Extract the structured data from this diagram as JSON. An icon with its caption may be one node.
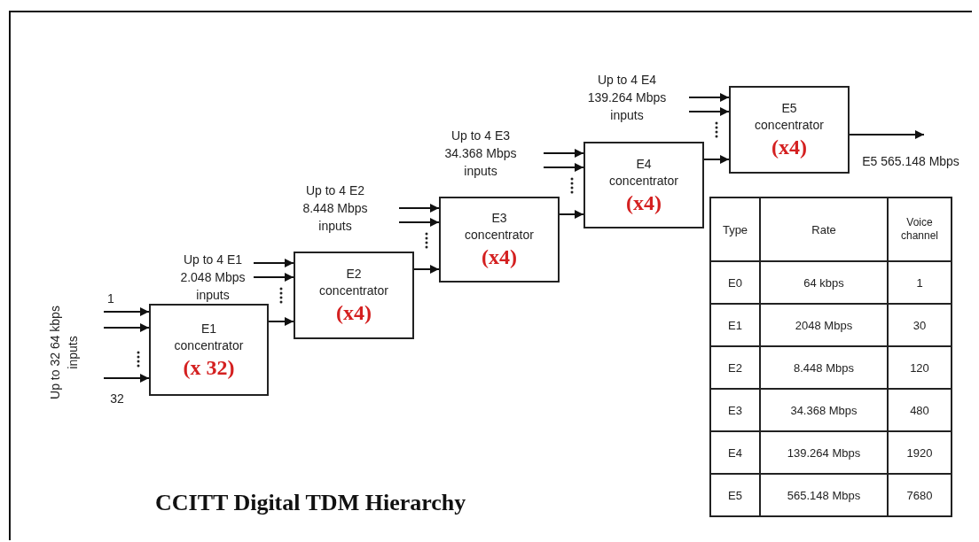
{
  "diagram": {
    "title": "CCITT Digital TDM Hierarchy",
    "nodes": [
      {
        "text": [
          "E1 concentrator",
          "(x 32)"
        ]
      },
      {
        "text": [
          "E2 concentrator",
          "(x4)"
        ]
      },
      {
        "text": [
          "E3 concentrator",
          "(x4)"
        ]
      },
      {
        "text": [
          "E4 concentrator",
          "(x4)"
        ]
      },
      {
        "text": [
          "E5 concentrator",
          "(x4)"
        ]
      }
    ],
    "edges": [
      {
        "from": null,
        "to": 0,
        "arrow": "to"
      },
      {
        "from": null,
        "to": 0,
        "arrow": "to"
      },
      {
        "from": null,
        "to": 0,
        "arrow": "to"
      },
      {
        "from": null,
        "to": 1,
        "arrow": "to"
      },
      {
        "from": null,
        "to": 1,
        "arrow": "to"
      },
      {
        "from": 0,
        "to": 1,
        "arrow": "to"
      },
      {
        "from": null,
        "to": 2,
        "arrow": "to"
      },
      {
        "from": null,
        "to": 2,
        "arrow": "to"
      },
      {
        "from": 1,
        "to": 2,
        "arrow": "to"
      },
      {
        "from": null,
        "to": 3,
        "arrow": "to"
      },
      {
        "from": null,
        "to": 3,
        "arrow": "to"
      },
      {
        "from": 2,
        "to": 3,
        "arrow": "to"
      },
      {
        "from": null,
        "to": 4,
        "arrow": "to"
      },
      {
        "from": null,
        "to": 4,
        "arrow": "to"
      },
      {
        "from": 3,
        "to": 4,
        "arrow": "to"
      },
      {
        "from": 4,
        "to": null,
        "arrow": "to"
      }
    ],
    "labels": [
      "Up to 32 64 kbps inputs",
      "1",
      "32",
      "Up to 4 E1 2.048 Mbps inputs",
      "Up to 4 E2 8.448 Mbps inputs",
      "Up to 4 E3 34.368 Mbps inputs",
      "Up to 4 E4 139.264 Mbps inputs",
      "E5 565.148 Mbps",
      "Type",
      "Rate",
      "Voice channel",
      "E0",
      "64 kbps",
      "1",
      "E1",
      "2048 Mbps",
      "30",
      "E2",
      "8.448 Mbps",
      "120",
      "E3",
      "34.368 Mbps",
      "480",
      "E4",
      "139.264 Mbps",
      "1920",
      "E5",
      "565.148 Mbps",
      "7680"
    ]
  }
}
